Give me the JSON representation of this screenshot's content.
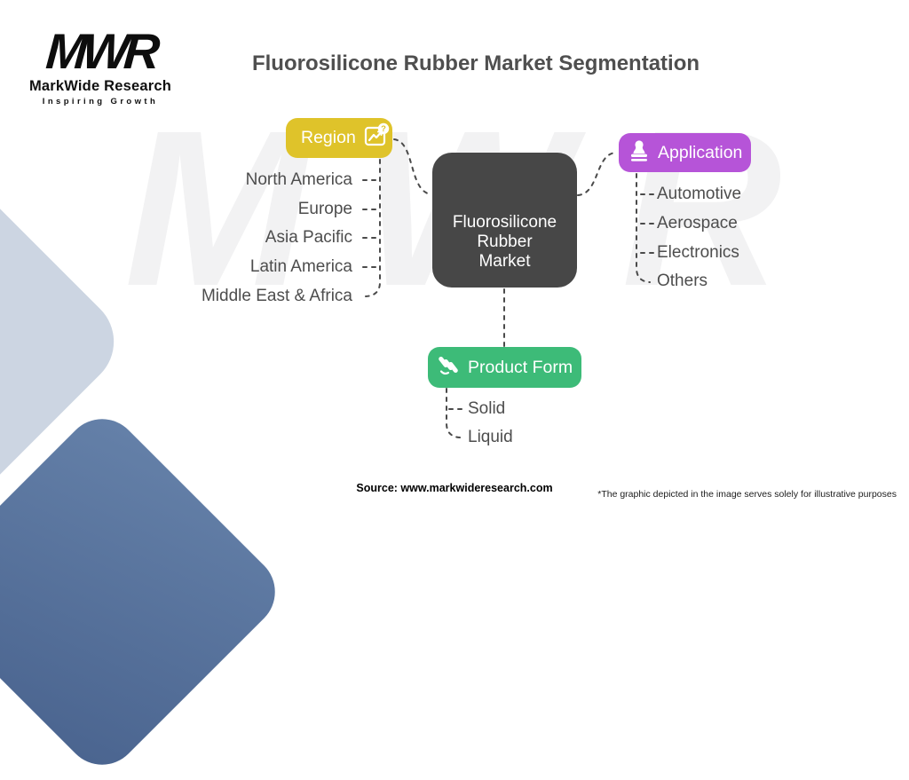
{
  "brand": {
    "mark": "MWR",
    "name": "MarkWide Research",
    "tagline": "Inspiring Growth"
  },
  "header": {
    "title": "Fluorosilicone Rubber Market Segmentation"
  },
  "center_node": {
    "lines": [
      "Fluorosilicone",
      "Rubber",
      "Market"
    ]
  },
  "segments": [
    {
      "label": "Region",
      "color": "#dfc32a",
      "icon": "chart-search-icon",
      "items": [
        "North America",
        "Europe",
        "Asia Pacific",
        "Latin America",
        "Middle East & Africa"
      ]
    },
    {
      "label": "Application",
      "color": "#b654d8",
      "icon": "stamp-icon",
      "items": [
        "Automotive",
        "Aerospace",
        "Electronics",
        "Others"
      ]
    },
    {
      "label": "Product Form",
      "color": "#3dbb78",
      "icon": "whisk-icon",
      "items": [
        "Solid",
        "Liquid"
      ]
    }
  ],
  "watermark": "MWR",
  "connector_color": "#4a4a4a",
  "footer": {
    "source": "Source: www.markwideresearch.com",
    "disclaimer": "*The graphic depicted in the image serves solely for illustrative purposes"
  }
}
